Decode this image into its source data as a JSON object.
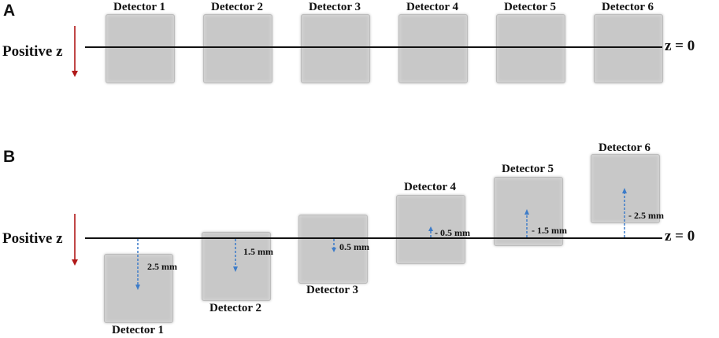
{
  "panel_a": {
    "letter": "A",
    "positive_z": "Positive z",
    "z_zero": "z = 0",
    "detectors": [
      "Detector 1",
      "Detector 2",
      "Detector 3",
      "Detector 4",
      "Detector 5",
      "Detector 6"
    ]
  },
  "panel_b": {
    "letter": "B",
    "positive_z": "Positive z",
    "z_zero": "z = 0",
    "detectors": [
      {
        "label": "Detector 1",
        "offset_mm": 2.5,
        "offset_label": "2.5 mm"
      },
      {
        "label": "Detector 2",
        "offset_mm": 1.5,
        "offset_label": "1.5 mm"
      },
      {
        "label": "Detector 3",
        "offset_mm": 0.5,
        "offset_label": "0.5 mm"
      },
      {
        "label": "Detector 4",
        "offset_mm": -0.5,
        "offset_label": "- 0.5 mm"
      },
      {
        "label": "Detector 5",
        "offset_mm": -1.5,
        "offset_label": "- 1.5 mm"
      },
      {
        "label": "Detector 6",
        "offset_mm": -2.5,
        "offset_label": "- 2.5 mm"
      }
    ]
  },
  "colors": {
    "z_arrow": "#b01818",
    "offset_arrow": "#3d7cc9",
    "detector_fill": "#c8c8c8",
    "line": "#111111"
  }
}
